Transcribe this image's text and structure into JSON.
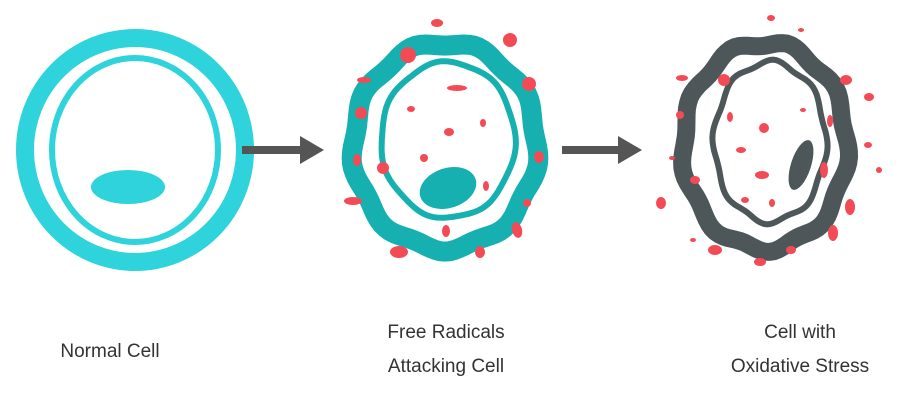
{
  "stages": [
    {
      "label_lines": [
        "Normal Cell"
      ]
    },
    {
      "label_lines": [
        "Free Radicals",
        "Attacking Cell"
      ]
    },
    {
      "label_lines": [
        "Cell with",
        "Oxidative Stress"
      ]
    }
  ],
  "colors": {
    "normal_cell": "#2ED3DC",
    "attacked_cell": "#17B0B0",
    "stressed_cell": "#4D5759",
    "free_radical": "#F34B55",
    "arrow": "#555555"
  }
}
